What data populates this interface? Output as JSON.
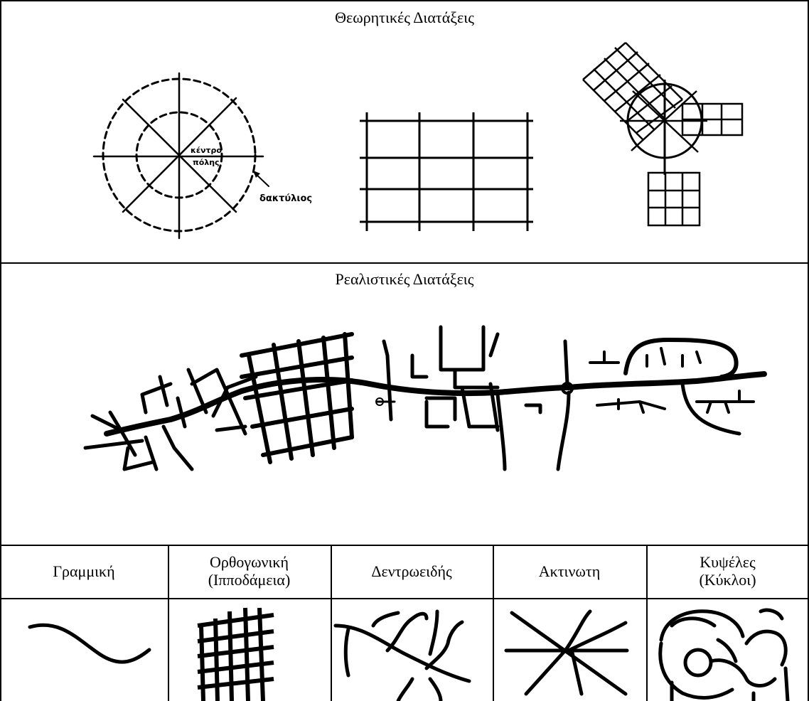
{
  "sections": {
    "theoretical_title": "Θεωρητικές Διατάξεις",
    "realistic_title": "Ρεαλιστικές Διατάξεις"
  },
  "annotations": {
    "center_line1": "κέντρο",
    "center_line2": "πόλης",
    "ring": "δακτύλιος"
  },
  "types": [
    {
      "line1": "Γραμμική",
      "line2": ""
    },
    {
      "line1": "Ορθογωνική",
      "line2": "(Ιπποδάμεια)"
    },
    {
      "line1": "Δεντρωειδής",
      "line2": ""
    },
    {
      "line1": "Ακτινωτη",
      "line2": ""
    },
    {
      "line1": "Κυψέλες",
      "line2": "(Κύκλοι)"
    }
  ],
  "colors": {
    "ink": "#000000",
    "background": "#ffffff"
  }
}
